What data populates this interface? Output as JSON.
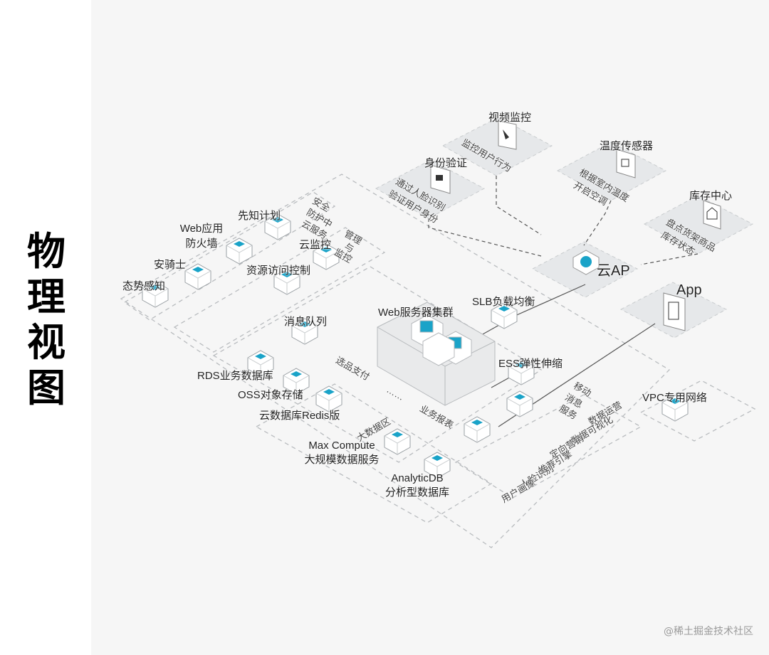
{
  "side_title": [
    "物",
    "理",
    "视",
    "图"
  ],
  "nodes": {
    "video_monitor": "视频监控",
    "id_verify": "身份验证",
    "temp_sensor": "温度传感器",
    "inventory_center": "库存中心",
    "cloud_ap": "云AP",
    "app": "App",
    "slb": "SLB负载均衡",
    "web_cluster": "Web服务器集群",
    "ess": "ESS弹性伸缩",
    "vpc": "VPC专用网络",
    "msg_queue": "消息队列",
    "rds": "RDS业务数据库",
    "oss": "OSS对象存储",
    "redis": "云数据库Redis版",
    "maxcompute_1": "Max Compute",
    "maxcompute_2": "大规模数据服务",
    "analyticdb_1": "AnalyticDB",
    "analyticdb_2": "分析型数据库",
    "situation": "态势感知",
    "anqishi": "安骑士",
    "waf_1": "Web应用",
    "waf_2": "防火墙",
    "xianzhi": "先知计划",
    "cloud_monitor": "云监控",
    "access_control": "资源访问控制"
  },
  "zone_texts": {
    "monitor_behavior": "监控用户行为",
    "face_verify_1": "通过人脸识别",
    "face_verify_2": "验证用户身份",
    "temp_ac_1": "根据室内温度",
    "temp_ac_2": "开启空调",
    "stock_1": "盘点货架商品",
    "stock_2": "库存状态",
    "security_1": "安全",
    "security_2": "防护中",
    "security_3": "云服务",
    "mgmt_1": "管理",
    "mgmt_2": "与",
    "mgmt_3": "监控",
    "select_pay": "选品支付",
    "ellipsis": "……",
    "biz_report": "业务报表",
    "bigdata": "大数据区",
    "mobile_1": "移动",
    "mobile_2": "消息",
    "mobile_3": "服务",
    "data_ops": "数据运营",
    "data_vis": "数据可视化",
    "targeted_mkt": "定向营销",
    "recommend": "推荐引擎",
    "face_recog": "人脸识别",
    "user_profile": "用户画像"
  },
  "watermark": "@稀土掘金技术社区",
  "colors": {
    "accent": "#1aa3c8",
    "zone": "#e6e8ea",
    "line": "#555555",
    "dash": "#b9bcbf"
  }
}
